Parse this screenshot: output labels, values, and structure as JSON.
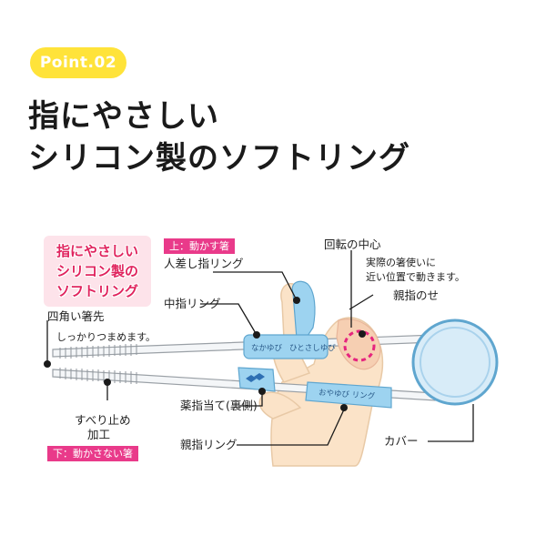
{
  "badge": {
    "label": "Point.02"
  },
  "headline": {
    "line1": "指にやさしい",
    "line2": "シリコン製のソフトリング"
  },
  "pinkbox": {
    "line1": "指にやさしい",
    "line2": "シリコン製の",
    "line3": "ソフトリング"
  },
  "tags": {
    "top": "上：動かす箸",
    "bottom": "下：動かさない箸"
  },
  "labels": {
    "index_ring": "人差し指リング",
    "middle_ring": "中指リング",
    "square_tip": "四角い箸先",
    "square_tip_desc": "しっかりつまめます。",
    "nonslip_line1": "すべり止め",
    "nonslip_line2": "加工",
    "ring_finger_rest": "薬指当て(裏側)",
    "thumb_ring": "親指リング",
    "rotation_center": "回転の中心",
    "rotation_desc_line1": "実際の箸使いに",
    "rotation_desc_line2": "近い位置で動きます。",
    "thumb_rest": "親指のせ",
    "cover": "カバー"
  },
  "ring_texts": {
    "nakayubi": "なかゆび",
    "hitosashiyubi": "ひとさしゆび",
    "oyayubi": "おやゆび リング"
  },
  "colors": {
    "badge": "#ffe33a",
    "accent_pink": "#e93a8a",
    "pink_text": "#e0245e",
    "ring_blue": "#9dd3f0",
    "skin": "#fbe3c8"
  }
}
